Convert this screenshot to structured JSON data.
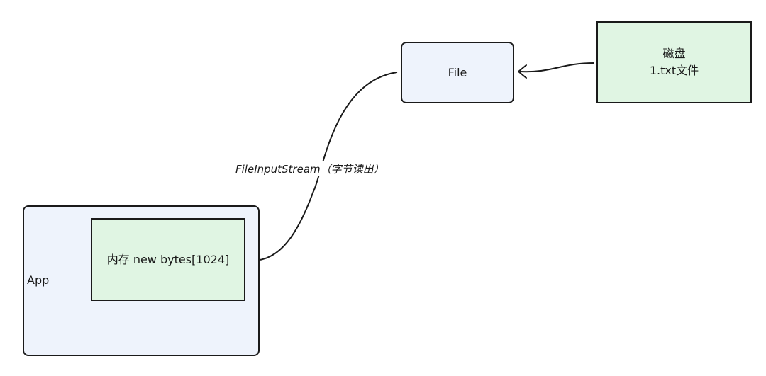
{
  "nodes": {
    "file": {
      "label": "File"
    },
    "disk": {
      "line1": "磁盘",
      "line2": "1.txt文件"
    },
    "app": {
      "label": "App"
    },
    "memory": {
      "label": "内存 new bytes[1024]"
    }
  },
  "edges": {
    "file_to_memory": {
      "label": "FileInputStream（字节读出）"
    }
  },
  "colors": {
    "blue_fill": "#eef3fc",
    "green_fill": "#e0f5e3",
    "stroke": "#1a1a1a"
  }
}
